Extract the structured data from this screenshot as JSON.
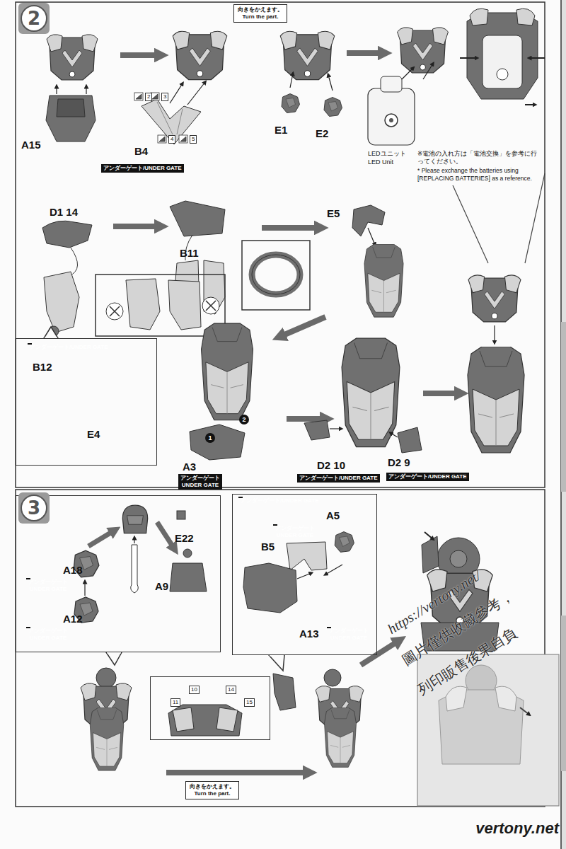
{
  "diagram": {
    "nodes": [
      {
        "text": [
          "2"
        ]
      },
      {
        "text": [
          "向きをかえます。",
          "Turn the part."
        ]
      },
      {
        "text": [
          "アンダーゲート/UNDER GATE"
        ]
      },
      {
        "text": [
          "B12",
          "E4"
        ]
      },
      {
        "text": [
          "アンダーゲート/UNDER GATE"
        ],
        "in": 3
      },
      {
        "text": [
          "アンダーゲート UNDER GATE"
        ]
      },
      {
        "text": [
          "アンダーゲート/UNDER GATE"
        ]
      },
      {
        "text": [
          "アンダーゲート/UNDER GATE"
        ]
      },
      {
        "text": [
          "3"
        ]
      },
      {
        "text": [
          "A18",
          "A12",
          "A9",
          "E22"
        ]
      },
      {
        "text": [
          "アンダーゲート UNDER GATE"
        ],
        "in": 9
      },
      {
        "text": [
          "アンダーゲート UNDER GATE"
        ],
        "in": 9
      },
      {
        "text": [
          "A5",
          "B5",
          "A13"
        ]
      },
      {
        "text": [
          "アンダーゲート/UNDER GATE"
        ],
        "in": 12
      },
      {
        "text": [
          "アンダーゲート UNDER GATE"
        ],
        "in": 12
      },
      {
        "text": [
          "アンダーゲート UNDER GATE"
        ],
        "in": 12
      },
      {
        "text": [
          "10",
          "11",
          "14",
          "15"
        ]
      },
      {
        "text": [
          "向きをかえます。",
          "Turn the part."
        ]
      }
    ],
    "labels": [
      "A15",
      "B4",
      "2",
      "3",
      "4",
      "5",
      "E1",
      "E2",
      "LEDユニット",
      "LED Unit",
      "※電池の入れ方は「電池交換」を参考に行ってください。",
      "* Please exchange the batteries using [REPLACING BATTERIES] as a reference.",
      "D1 14",
      "B11",
      "E5",
      "1",
      "2",
      "A3",
      "D2 10",
      "D2 9",
      "https://vertony.net/",
      "圖片僅供收藏參考，",
      "列印販售後果自負",
      "vertony.net"
    ]
  }
}
